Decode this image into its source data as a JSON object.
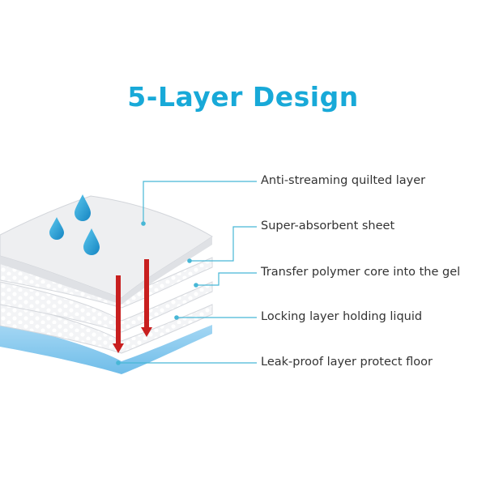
{
  "title": "5-Layer Design",
  "colors": {
    "title": "#18a9d8",
    "leader_line": "#47b7d6",
    "bottom_layer": "#8ecbee",
    "arrow": "#c81f1f",
    "droplet": "#1e9fd0",
    "label_text": "#333333"
  },
  "layers": [
    {
      "name": "layer-1",
      "label": "Anti-streaming quilted layer"
    },
    {
      "name": "layer-2",
      "label": "Super-absorbent sheet"
    },
    {
      "name": "layer-3",
      "label": "Transfer polymer core into the gel"
    },
    {
      "name": "layer-4",
      "label": "Locking layer holding liquid"
    },
    {
      "name": "layer-5",
      "label": "Leak-proof layer protect floor"
    }
  ]
}
